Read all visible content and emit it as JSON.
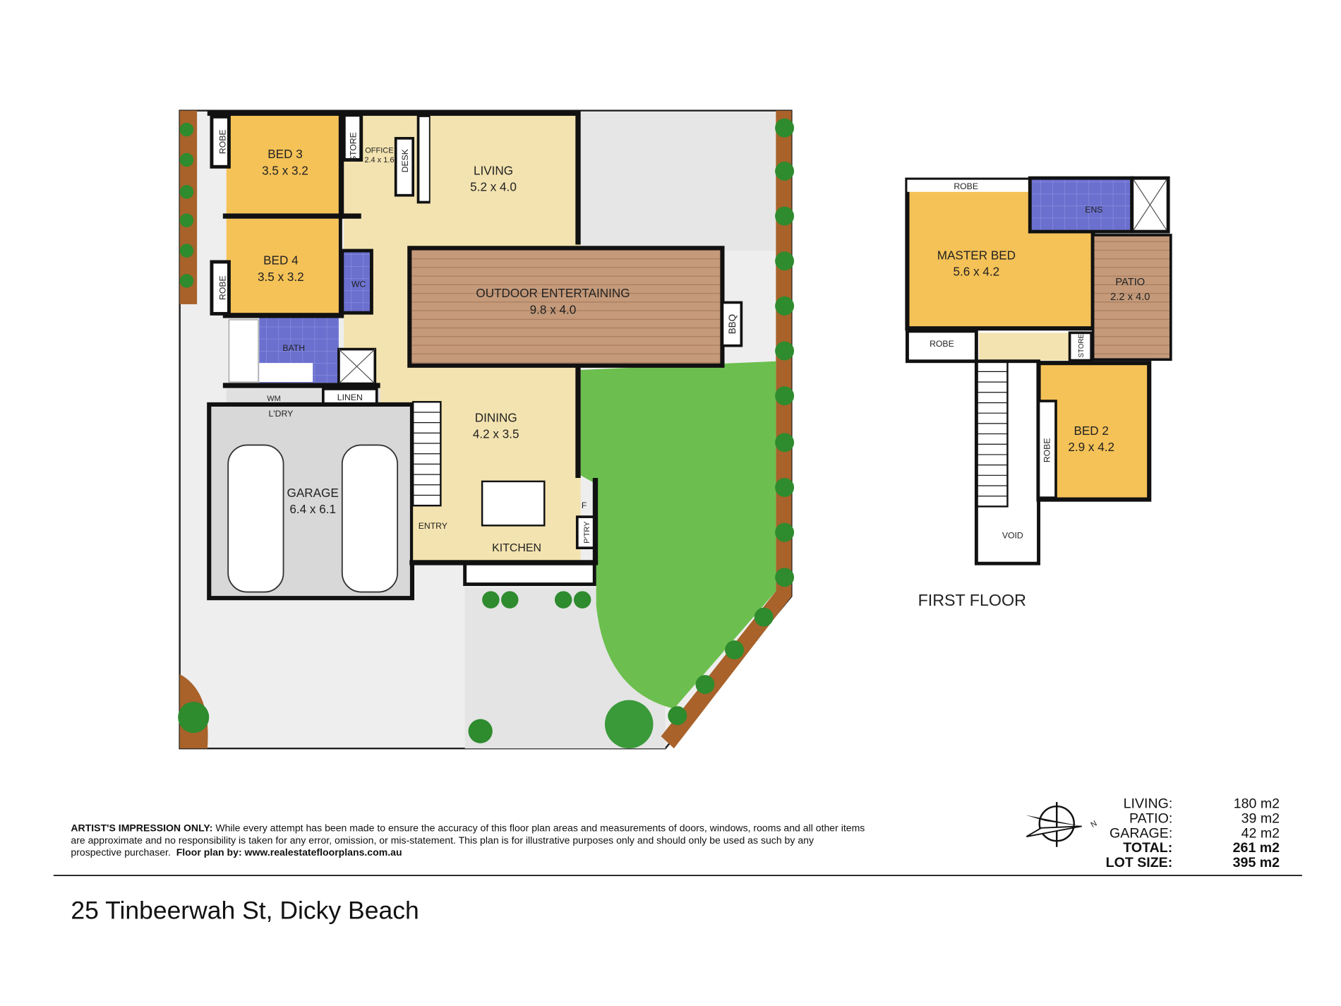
{
  "colors": {
    "bedroom": "#f5c257",
    "living": "#f3e3b0",
    "wet_area": "#6b70cf",
    "deck": "#c49a7a",
    "lawn": "#6cbf4e",
    "garage": "#d8d8d8",
    "garden_bed": "#a8622a",
    "yard": "#eeeeee"
  },
  "ground_floor": {
    "bed3": {
      "name": "BED 3",
      "dims": "3.5 x 3.2"
    },
    "bed4": {
      "name": "BED 4",
      "dims": "3.5 x 3.2"
    },
    "robe1": "ROBE",
    "robe2": "ROBE",
    "store": "STORE",
    "office": {
      "name": "OFFICE",
      "dims": "2.4 x 1.6"
    },
    "desk": "DESK",
    "living": {
      "name": "LIVING",
      "dims": "5.2 x 4.0"
    },
    "outdoor": {
      "name": "OUTDOOR ENTERTAINING",
      "dims": "9.8 x 4.0"
    },
    "bbq": "BBQ",
    "wc": "WC",
    "bath": "BATH",
    "wm": "WM",
    "linen": "LINEN",
    "laundry": "L'DRY",
    "garage": {
      "name": "GARAGE",
      "dims": "6.4 x 6.1"
    },
    "dining": {
      "name": "DINING",
      "dims": "4.2 x 3.5"
    },
    "kitchen": "KITCHEN",
    "entry": "ENTRY",
    "fridge": "F",
    "pantry": "P'TRY"
  },
  "first_floor": {
    "title": "FIRST FLOOR",
    "robe_top": "ROBE",
    "ens": "ENS",
    "master": {
      "name": "MASTER BED",
      "dims": "5.6 x 4.2"
    },
    "patio": {
      "name": "PATIO",
      "dims": "2.2 x 4.0"
    },
    "robe_bottom": "ROBE",
    "store": "STORE",
    "bed2": {
      "name": "BED 2",
      "dims": "2.9 x 4.2"
    },
    "robe_bed2": "ROBE",
    "void": "VOID"
  },
  "disclaimer": {
    "heading": "ARTIST'S IMPRESSION ONLY:",
    "line1": " While every attempt has been made to ensure the accuracy of this floor plan areas and measurements of doors, windows, rooms and all other items",
    "line2": "are approximate and no responsibility is taken for any error, omission, or mis-statement. This plan is for illustrative purposes only and should only be used as such by any",
    "line3": "prospective purchaser.  ",
    "credit": "Floor plan by: www.realestatefloorplans.com.au"
  },
  "compass": {
    "north_label": "N"
  },
  "areas": [
    {
      "label": "LIVING:",
      "value": "180 m2",
      "bold": false
    },
    {
      "label": "PATIO:",
      "value": "39 m2",
      "bold": false
    },
    {
      "label": "GARAGE:",
      "value": "42 m2",
      "bold": false
    },
    {
      "label": "TOTAL:",
      "value": "261 m2",
      "bold": true
    },
    {
      "label": "LOT SIZE:",
      "value": "395 m2",
      "bold": true
    }
  ],
  "address": "25 Tinbeerwah St, Dicky Beach"
}
